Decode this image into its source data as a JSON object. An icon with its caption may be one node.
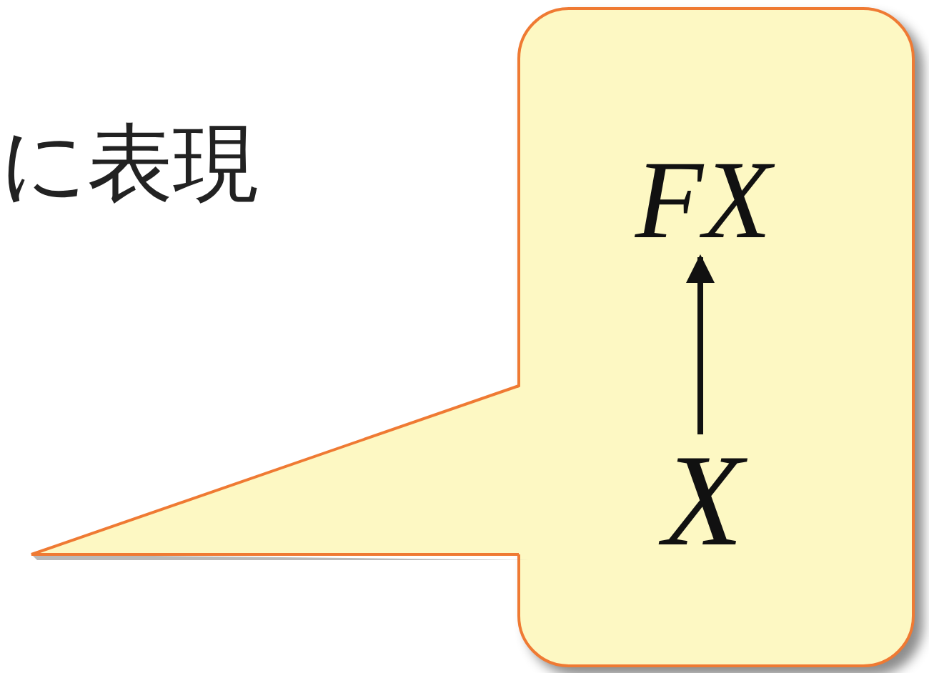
{
  "diagram": {
    "nodes": [
      {
        "text": [],
        "shape": "callout"
      },
      {
        "text": [
          "FX"
        ],
        "in": 0
      },
      {
        "text": [
          "X"
        ],
        "in": 0
      }
    ],
    "edges": [
      {
        "from": 2,
        "to": 1,
        "arrow": "to"
      }
    ],
    "labels": [
      "に表現"
    ]
  }
}
